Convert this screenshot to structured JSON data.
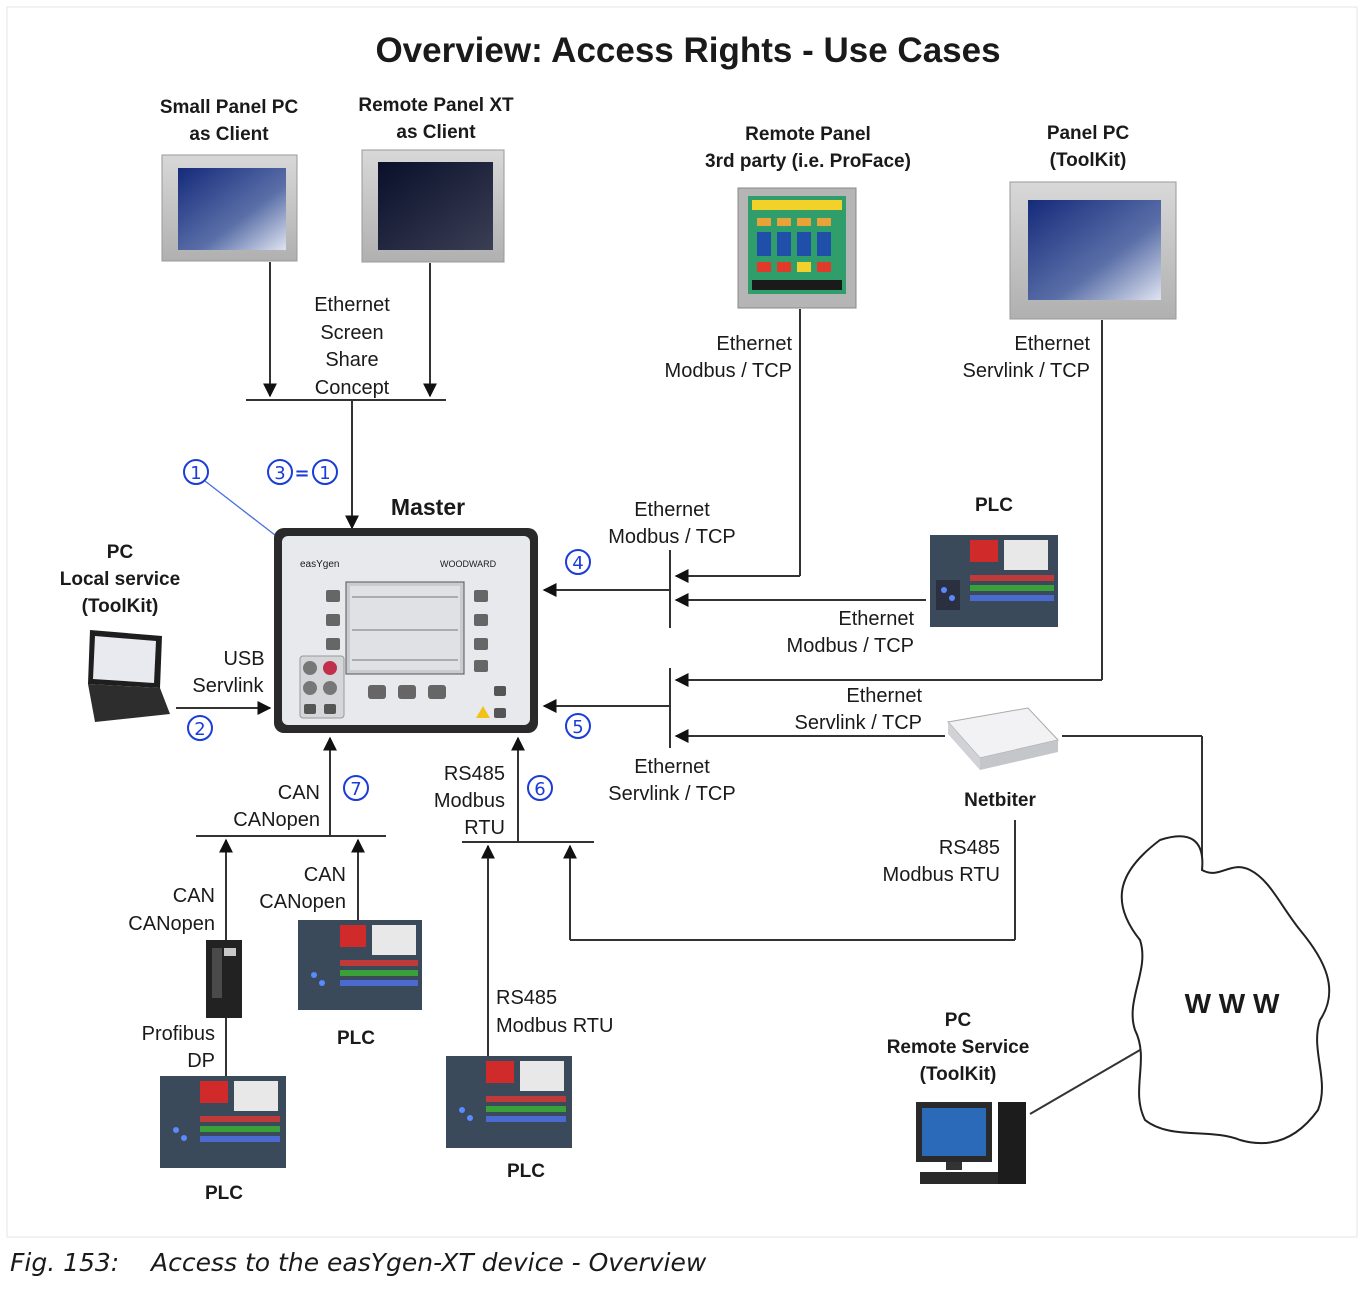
{
  "title": "Overview: Access Rights - Use Cases",
  "devices": {
    "small_panel": [
      "Small Panel PC",
      "as Client"
    ],
    "remote_panel_xt": [
      "Remote Panel XT",
      "as Client"
    ],
    "remote_panel_3rd": [
      "Remote Panel",
      "3rd party (i.e. ProFace)"
    ],
    "panel_pc": [
      "Panel PC",
      "(ToolKit)"
    ],
    "master": "Master",
    "pc_local": [
      "PC",
      "Local service",
      "(ToolKit)"
    ],
    "plc_right": "PLC",
    "netbiter": "Netbiter",
    "plc_bottom_left": "PLC",
    "plc_bottom_mid": "PLC",
    "plc_bottom_center": "PLC",
    "pc_remote": [
      "PC",
      "Remote Service",
      "(ToolKit)"
    ],
    "www": "W W W"
  },
  "connections": {
    "screen_share": [
      "Ethernet",
      "Screen",
      "Share",
      "Concept"
    ],
    "eth_modbus_remote_panel": [
      "Ethernet",
      "Modbus / TCP"
    ],
    "eth_servlink_panel_pc": [
      "Ethernet",
      "Servlink / TCP"
    ],
    "eth_modbus_master": [
      "Ethernet",
      "Modbus / TCP"
    ],
    "eth_modbus_plc": [
      "Ethernet",
      "Modbus / TCP"
    ],
    "eth_servlink_netbiter": [
      "Ethernet",
      "Servlink / TCP"
    ],
    "eth_servlink_master": [
      "Ethernet",
      "Servlink / TCP"
    ],
    "usb": [
      "USB",
      "Servlink"
    ],
    "can_master": [
      "CAN",
      "CANopen"
    ],
    "can_plc": [
      "CAN",
      "CANopen"
    ],
    "can_gateway": [
      "CAN",
      "CANopen"
    ],
    "profibus": [
      "Profibus",
      "DP"
    ],
    "rs485_master": [
      "RS485",
      "Modbus",
      "RTU"
    ],
    "rs485_netbiter": [
      "RS485",
      "Modbus RTU"
    ],
    "rs485_plc": [
      "RS485",
      "Modbus RTU"
    ]
  },
  "markers": {
    "m1": "1",
    "m3": "3",
    "eq": "=",
    "m3b": "1",
    "m2": "2",
    "m4": "4",
    "m5": "5",
    "m6": "6",
    "m7": "7"
  },
  "screen_brand": {
    "left": "easYgen",
    "right": "WOODWARD"
  },
  "caption": {
    "label": "Fig. 153:",
    "text": "Access to the easYgen-XT device - Overview"
  }
}
